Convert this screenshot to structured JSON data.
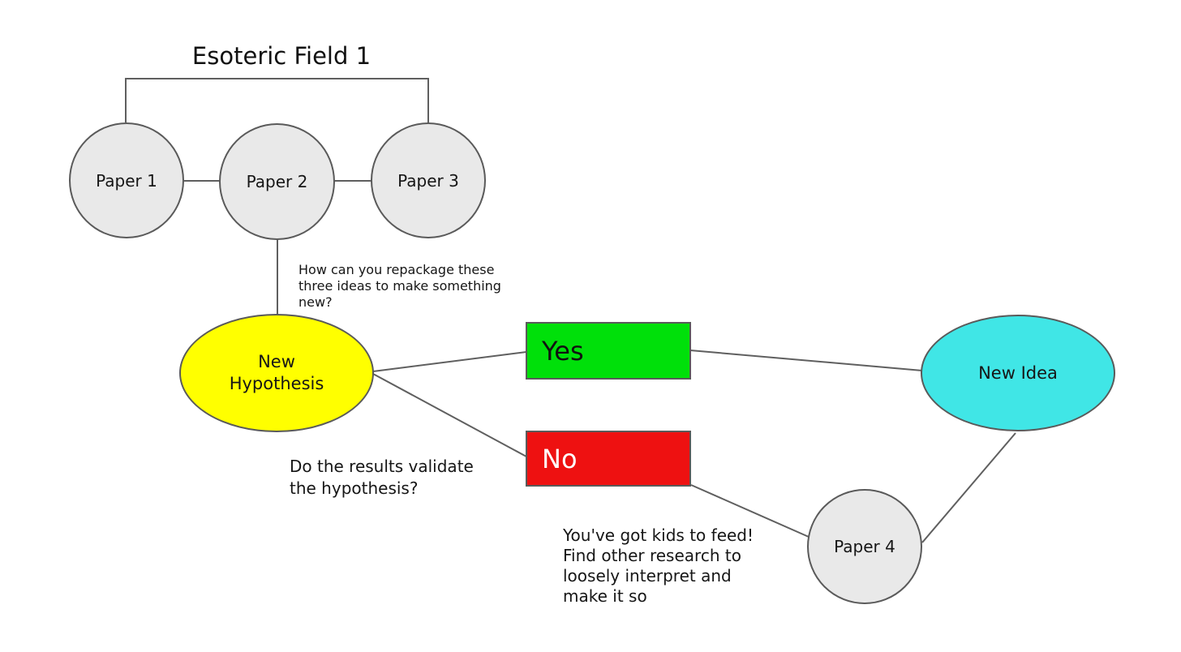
{
  "title": "Esoteric Field 1",
  "colors": {
    "paper_fill": "#e9e9e9",
    "line_stroke": "#5f5f5f",
    "hypothesis_yellow": "#ffff00",
    "yes_green": "#00e00a",
    "no_red": "#ee1111",
    "new_idea_cyan": "#40e6e6"
  },
  "nodes": {
    "paper1": {
      "label": "Paper 1"
    },
    "paper2": {
      "label": "Paper 2"
    },
    "paper3": {
      "label": "Paper 3"
    },
    "paper4": {
      "label": "Paper 4"
    },
    "hypothesis": {
      "lines": [
        "New",
        "Hypothesis"
      ]
    },
    "yes": {
      "label": "Yes"
    },
    "no": {
      "label": "No"
    },
    "new_idea": {
      "label": "New Idea"
    }
  },
  "annotations": {
    "repackage": {
      "lines": [
        "How can you repackage these",
        "three ideas to make something",
        "new?"
      ]
    },
    "validate": {
      "lines": [
        "Do the results validate",
        "the hypothesis?"
      ]
    },
    "kids": {
      "lines": [
        "You've got kids to feed!",
        "Find other research to",
        "loosely interpret and",
        "make it so"
      ]
    }
  }
}
